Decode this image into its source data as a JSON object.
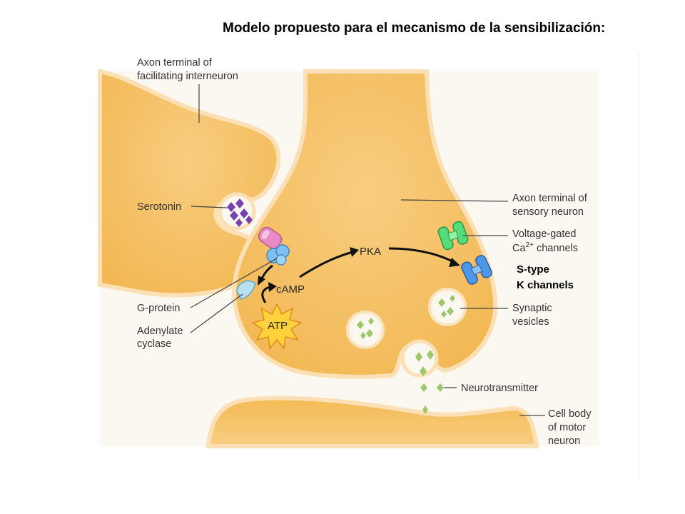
{
  "title": "Modelo propuesto para el mecanismo de la sensibilización:",
  "labels": {
    "interneuron": [
      "Axon terminal of",
      "facilitating interneuron"
    ],
    "serotonin": "Serotonin",
    "g_protein": "G-protein",
    "adenylate_cyclase": [
      "Adenylate",
      "cyclase"
    ],
    "sensory_terminal": [
      "Axon terminal of",
      "sensory neuron"
    ],
    "ca_channels": [
      "Voltage-gated",
      "Ca",
      "2+",
      " channels"
    ],
    "k_channels": [
      "S-type",
      "K channels"
    ],
    "vesicles": [
      "Synaptic",
      "vesicles"
    ],
    "neurotransmitter": "Neurotransmitter",
    "motor_neuron": [
      "Cell body",
      "of motor",
      "neuron"
    ],
    "camp": "cAMP",
    "pka": "PKA",
    "atp": "ATP"
  },
  "colors": {
    "cell_fill": "#f7c36b",
    "cell_edge": "#f9dfb0",
    "cell_deep": "#f0b040",
    "panel": "#faf7f0",
    "vesicle_mol": "#9cc86a",
    "serotonin_mol": "#7a3fb0",
    "receptor": "#e989c6",
    "g_protein": "#7cc0f0",
    "cyclase": "#b8e0f0",
    "ca_channel": "#56dc7a",
    "k_channel": "#4e96e6",
    "atp_burst": "#ffd23c"
  }
}
